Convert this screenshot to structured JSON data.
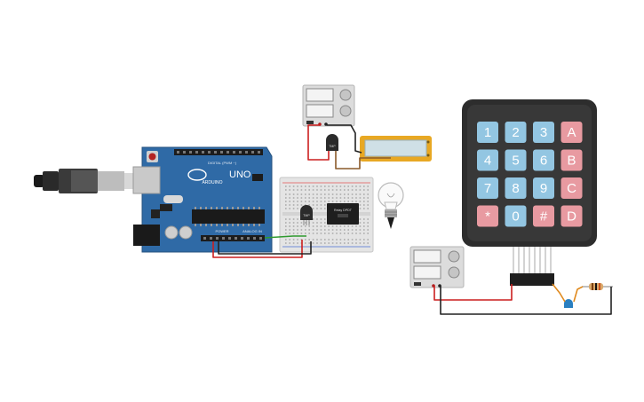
{
  "arduino": {
    "brand": "ARDUINO",
    "model": "UNO",
    "digital_label": "DIGITAL (PWM ~)",
    "power_label": "POWER",
    "analog_label": "ANALOG IN"
  },
  "sensor_label": "TMP",
  "relay_label": "Relay DPDT",
  "keypad": {
    "keys": [
      [
        "1",
        "2",
        "3",
        "A"
      ],
      [
        "4",
        "5",
        "6",
        "B"
      ],
      [
        "7",
        "8",
        "9",
        "C"
      ],
      [
        "*",
        "0",
        "#",
        "D"
      ]
    ],
    "digit_color": "#93c6e2",
    "letter_color": "#e89aa1",
    "body_color": "#2d2d2d"
  },
  "colors": {
    "board": "#2f6aa6",
    "wire_red": "#cc1f1f",
    "wire_black": "#222222",
    "wire_green": "#2f9a2f",
    "wire_orange": "#e08a1e",
    "lcd_frame": "#e8a823",
    "lcd_screen": "#cfe0e6"
  }
}
